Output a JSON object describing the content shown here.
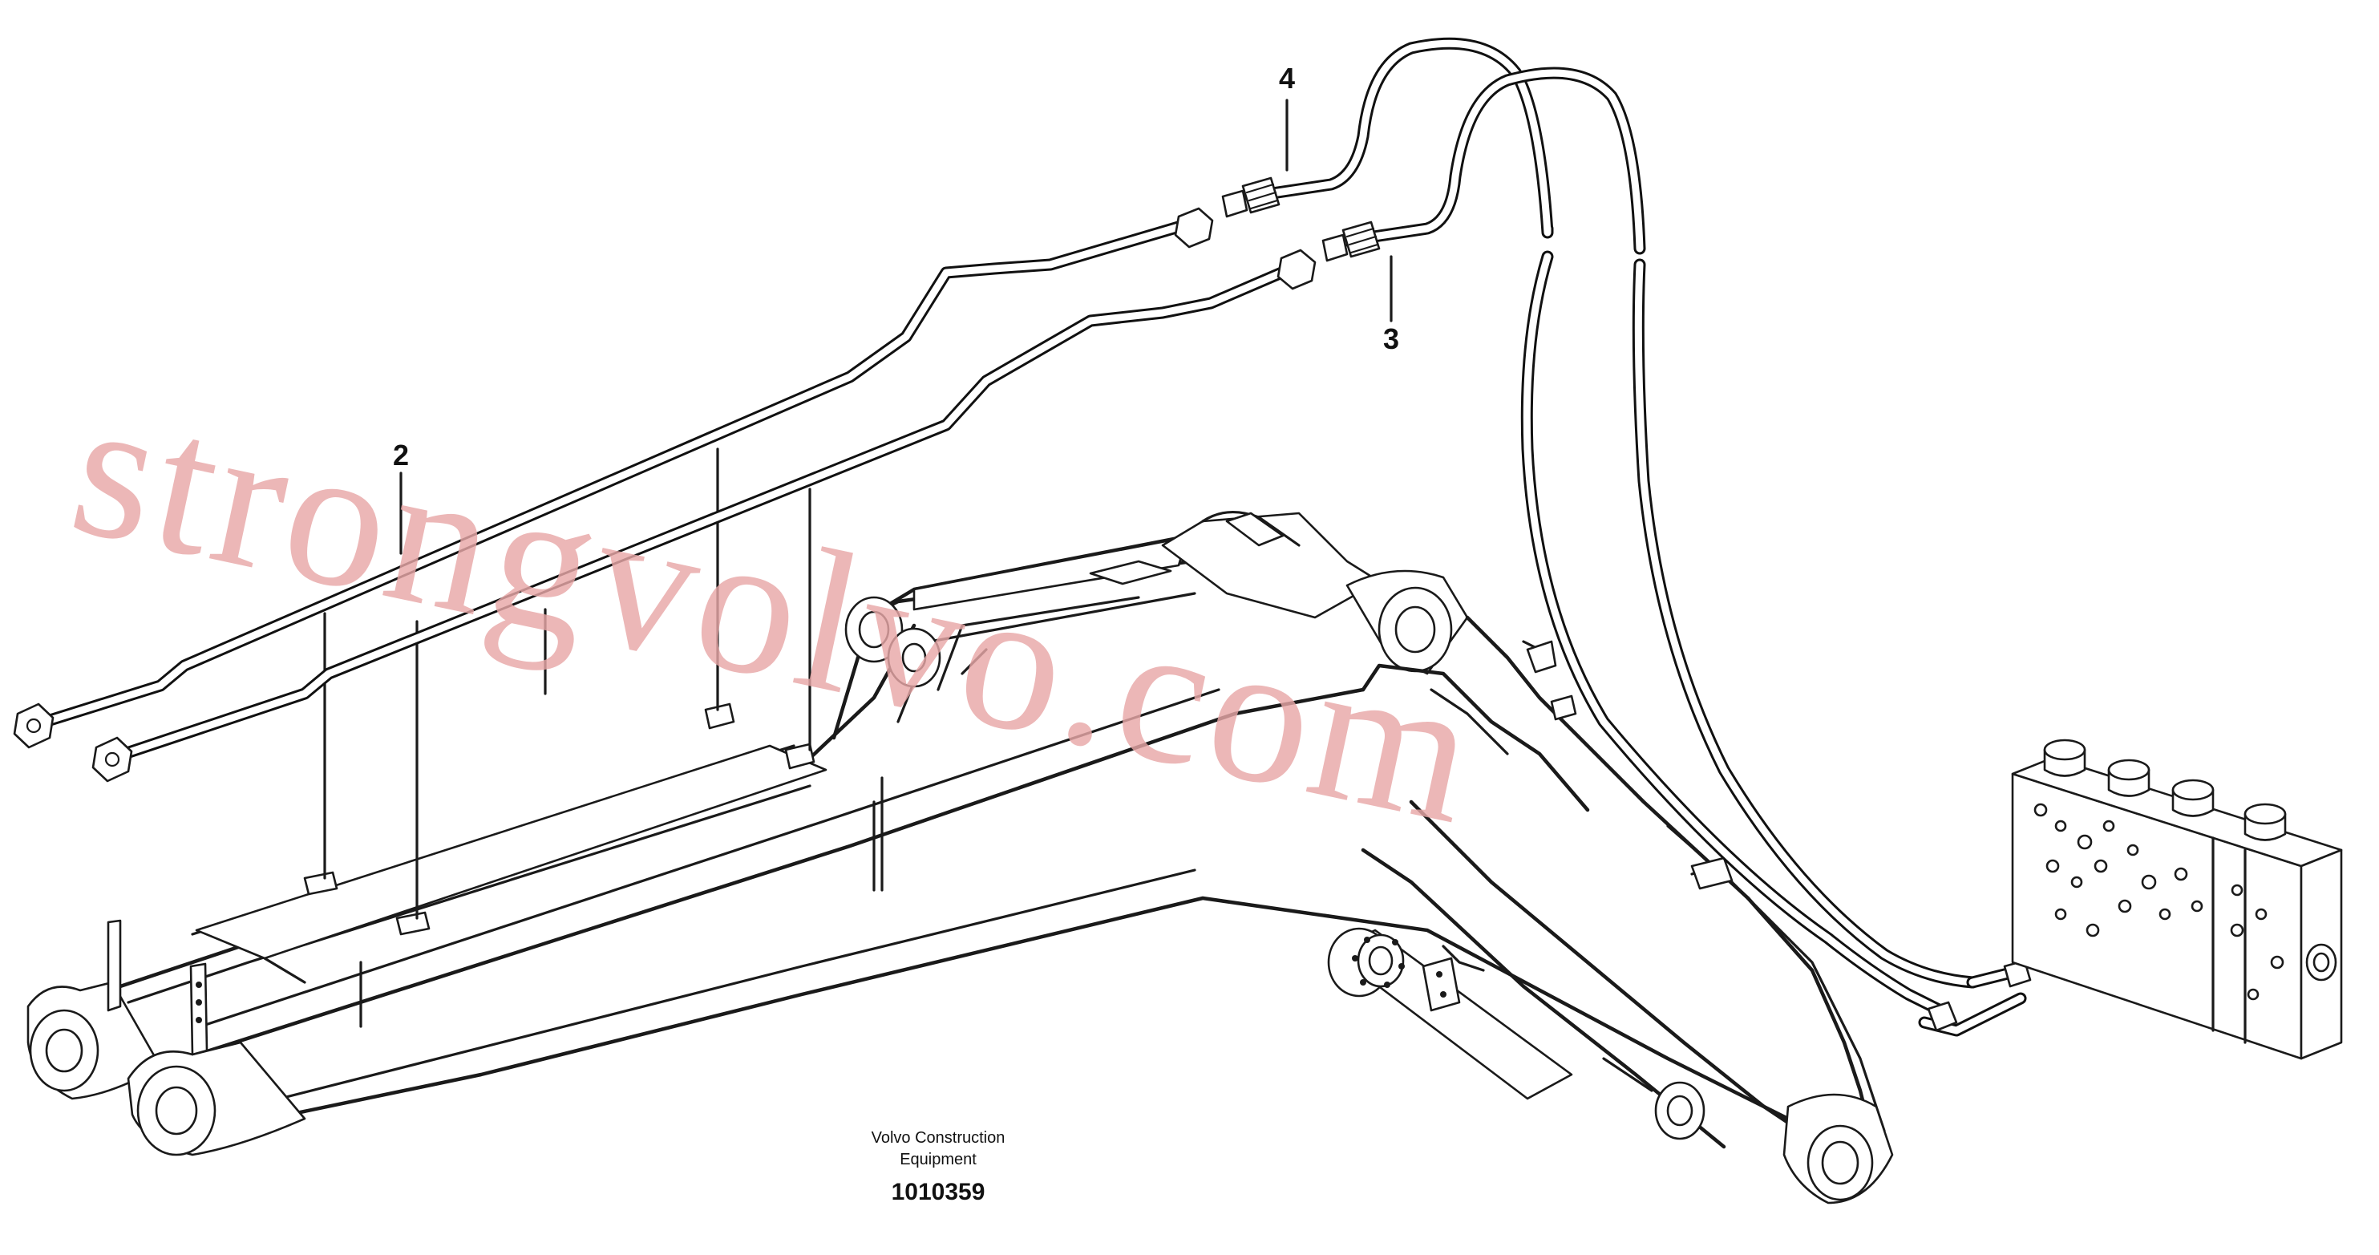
{
  "callouts": {
    "item_2": "2",
    "item_3": "3",
    "item_4": "4"
  },
  "caption": {
    "line1": "Volvo Construction",
    "line2": "Equipment",
    "doc_number": "1010359"
  },
  "watermark": "strongvolvo.com",
  "colors": {
    "line": "#1a1a1a",
    "watermark": "#e8a7a7",
    "background": "#ffffff"
  }
}
